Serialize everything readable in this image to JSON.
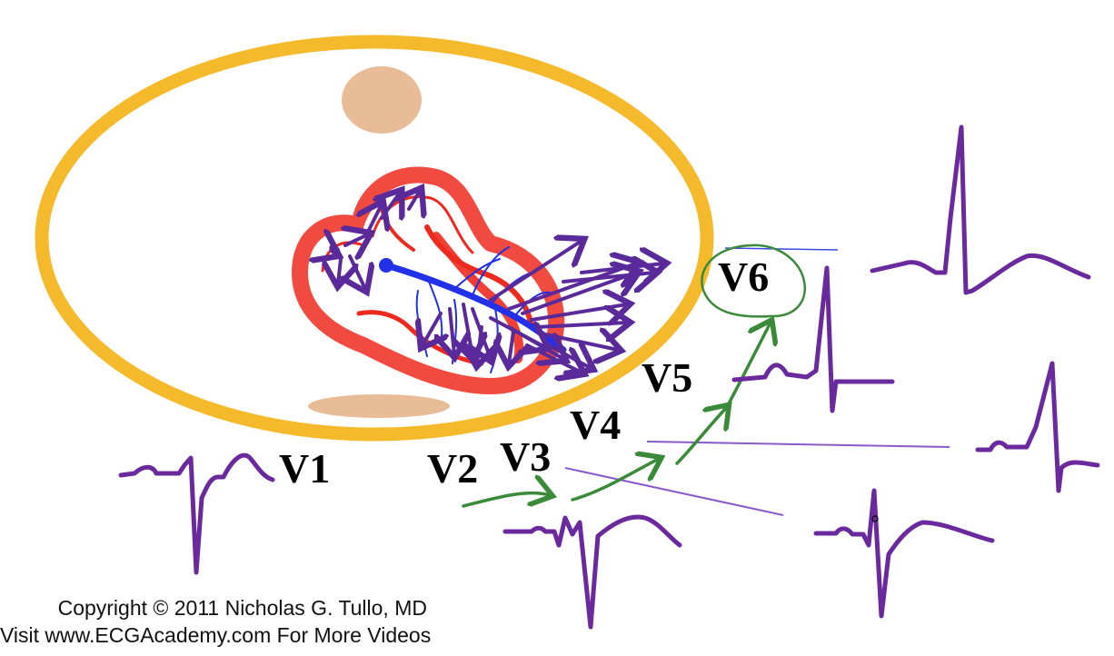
{
  "leads": {
    "v1": "V1",
    "v2": "V2",
    "v3": "V3",
    "v4": "V4",
    "v5": "V5",
    "v6": "V6"
  },
  "footer": {
    "copyright": "Copyright © 2011 Nicholas G. Tullo, MD",
    "visit": "Visit www.ECGAcademy.com For More Videos"
  },
  "colors": {
    "thorax": "#F5BA2C",
    "organ": "#E8BC96",
    "heart": "#EE2A1E",
    "conduction": "#2230E8",
    "vector": "#5B2A9A",
    "ecg_trace": "#6A2A9E",
    "electrode_path": "#3A8A3A"
  }
}
